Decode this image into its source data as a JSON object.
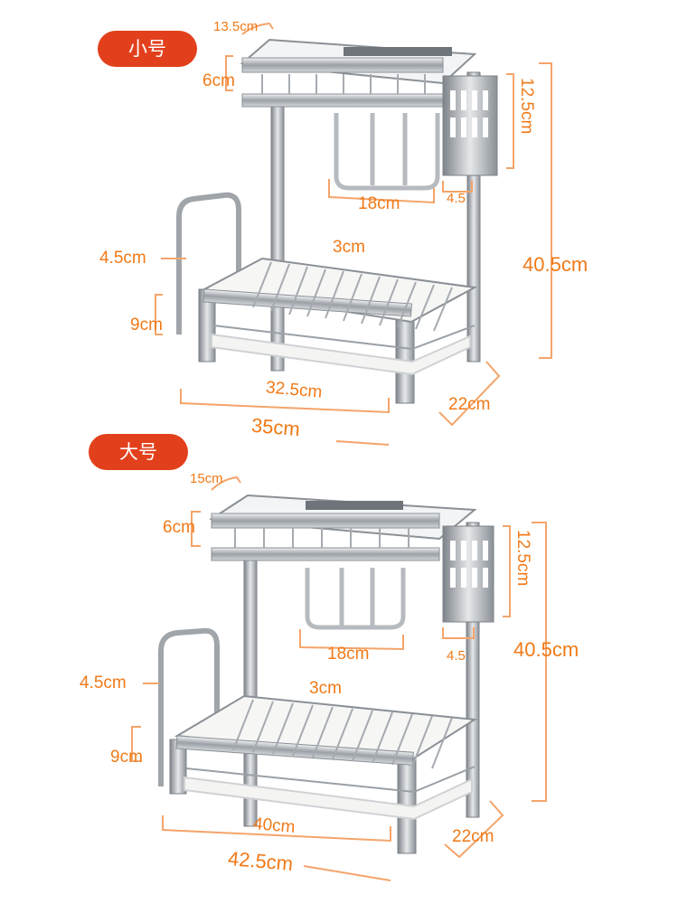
{
  "panels": [
    {
      "badge": "小号",
      "dims": {
        "top_depth": "13.5cm",
        "top_height": "6cm",
        "holder_height": "12.5cm",
        "total_height": "40.5cm",
        "knife_width": "18cm",
        "holder_width": "4.5",
        "board_width": "4.5cm",
        "board_height": "9cm",
        "slot_gap": "3cm",
        "inner_width": "32.5cm",
        "outer_width": "35cm",
        "depth": "22cm"
      }
    },
    {
      "badge": "大号",
      "dims": {
        "top_depth": "15cm",
        "top_height": "6cm",
        "holder_height": "12.5cm",
        "total_height": "40.5cm",
        "knife_width": "18cm",
        "holder_width": "4.5",
        "board_width": "4.5cm",
        "board_height": "9cm",
        "slot_gap": "3cm",
        "inner_width": "40cm",
        "outer_width": "42.5cm",
        "depth": "22cm"
      }
    }
  ],
  "colors": {
    "badge": "#e2401c",
    "dimension": "#f07a18",
    "steel": "#9aa0a6",
    "tray": "#f4f4f2"
  }
}
